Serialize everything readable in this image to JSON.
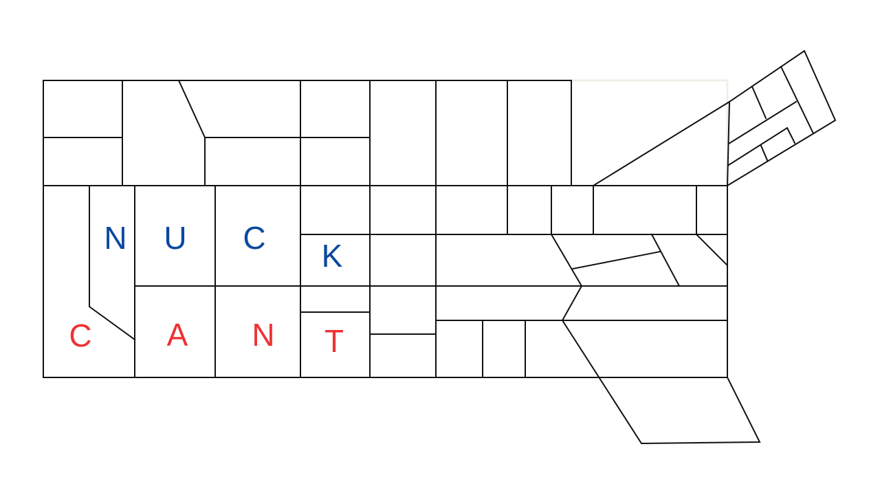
{
  "colors": {
    "top_word": "#0a48a0",
    "bottom_word": "#ee3234",
    "lines": "#111111"
  },
  "top_word": {
    "letters": [
      "N",
      "U",
      "C",
      "K"
    ]
  },
  "bottom_word": {
    "letters": [
      "C",
      "A",
      "N",
      "T"
    ]
  }
}
